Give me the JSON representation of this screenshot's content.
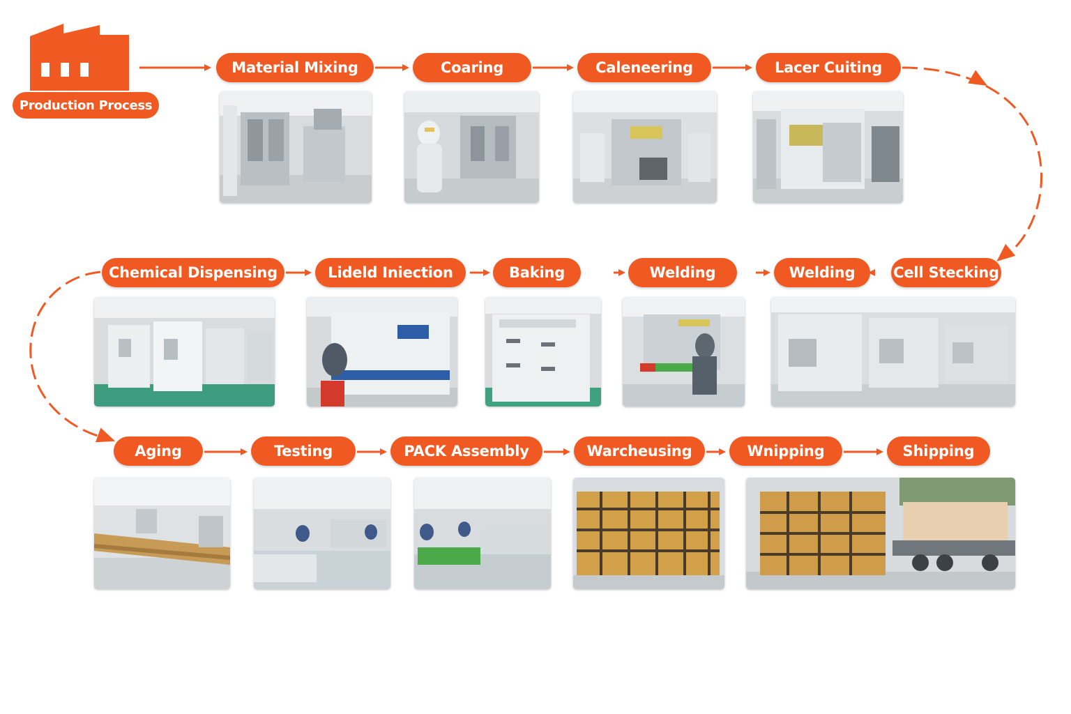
{
  "header": {
    "title": "Production Process",
    "icon": "factory-icon"
  },
  "accent_color": "#f05a22",
  "steps": [
    {
      "label": "Material Mixing"
    },
    {
      "label": "Coaring"
    },
    {
      "label": "Caleneering"
    },
    {
      "label": "Lacer Cuiting"
    },
    {
      "label": "Cell Stecking"
    },
    {
      "label": "Welding"
    },
    {
      "label": "Welding"
    },
    {
      "label": "Baking"
    },
    {
      "label": "Lideld Iniection"
    },
    {
      "label": "Chemical Dispensing"
    },
    {
      "label": "Aging"
    },
    {
      "label": "Testing"
    },
    {
      "label": "PACK Assembly"
    },
    {
      "label": "Warcheusing"
    },
    {
      "label": "Wnipping"
    },
    {
      "label": "Shipping"
    }
  ],
  "photos": [
    {
      "scene": "cleanroom-machine"
    },
    {
      "scene": "cleanroom-worker"
    },
    {
      "scene": "calender-machine"
    },
    {
      "scene": "laser-cabinet"
    },
    {
      "scene": "cabinet-row"
    },
    {
      "scene": "welding-station"
    },
    {
      "scene": "baking-ovens"
    },
    {
      "scene": "injection-machine"
    },
    {
      "scene": "dispensing-cabinets"
    },
    {
      "scene": "aging-racks"
    },
    {
      "scene": "testing-floor"
    },
    {
      "scene": "assembly-floor"
    },
    {
      "scene": "warehouse-racks"
    },
    {
      "scene": "truck-loading"
    }
  ]
}
